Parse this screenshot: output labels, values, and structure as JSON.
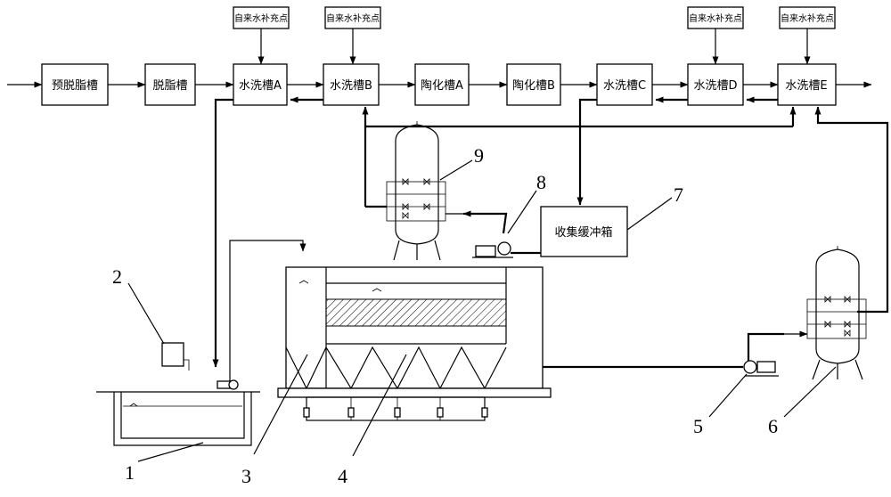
{
  "tanks": [
    {
      "id": "pre_degrease",
      "label": "预脱脂槽"
    },
    {
      "id": "degrease",
      "label": "脱脂槽"
    },
    {
      "id": "rinse_a",
      "label": "水洗槽A"
    },
    {
      "id": "rinse_b",
      "label": "水洗槽B"
    },
    {
      "id": "ceramic_a",
      "label": "陶化槽A"
    },
    {
      "id": "ceramic_b",
      "label": "陶化槽B"
    },
    {
      "id": "rinse_c",
      "label": "水洗槽C"
    },
    {
      "id": "rinse_d",
      "label": "水洗槽D"
    },
    {
      "id": "rinse_e",
      "label": "水洗槽E"
    }
  ],
  "supply_label": "自来水补充点",
  "buffer_tank_label": "收集缓冲箱",
  "callouts": [
    "1",
    "2",
    "3",
    "4",
    "5",
    "6",
    "7",
    "8",
    "9"
  ]
}
